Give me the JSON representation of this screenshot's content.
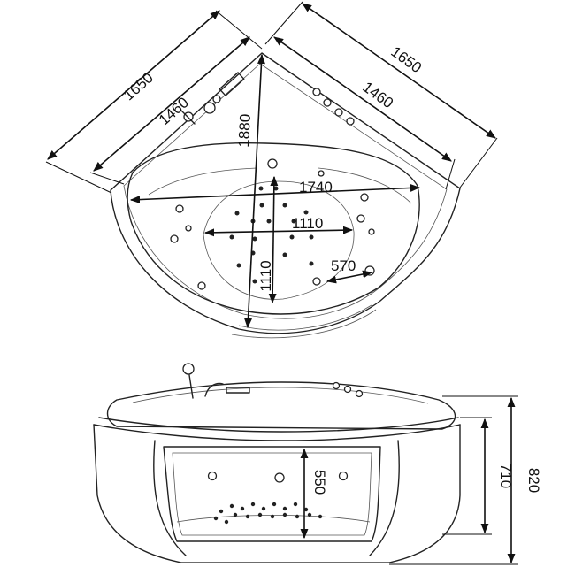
{
  "dimensions": {
    "top_left_outer": "1650",
    "top_left_inner": "1460",
    "top_right_outer": "1650",
    "top_right_inner": "1460",
    "vertical_length": "1880",
    "width_span": "1740",
    "seat_width": "1110",
    "seat_depth": "1110",
    "footwell": "570",
    "total_height": "820",
    "body_height": "710",
    "panel_height": "550"
  },
  "colors": {
    "line": "#222222",
    "background": "#ffffff"
  }
}
